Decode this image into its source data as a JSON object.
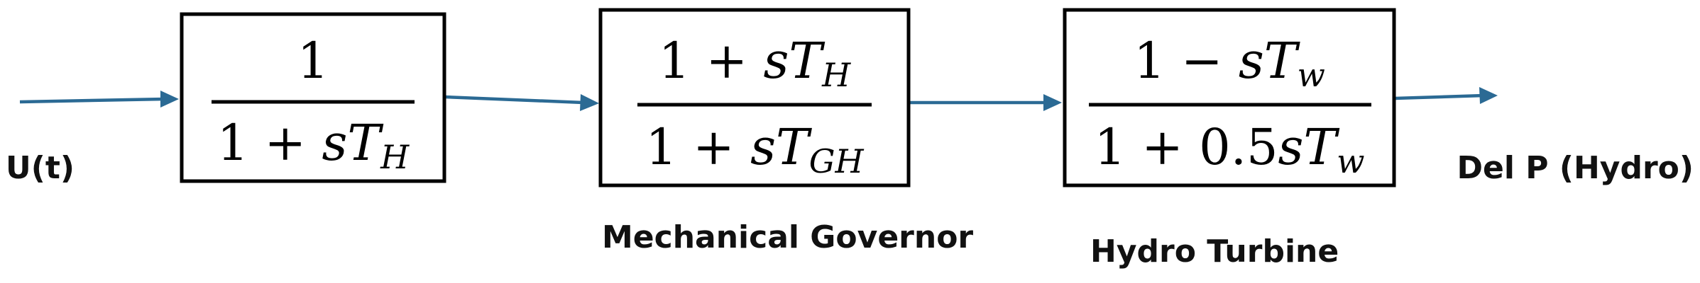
{
  "input_signal": "U(t)",
  "output_signal": "Del P (Hydro)",
  "blocks": [
    {
      "numerator": {
        "prefix": "1",
        "var": "",
        "sub": ""
      },
      "denominator": {
        "prefix": "1 + ",
        "var": "sT",
        "sub": "H"
      },
      "caption": ""
    },
    {
      "numerator": {
        "prefix": "1 + ",
        "var": "sT",
        "sub": "H"
      },
      "denominator": {
        "prefix": "1 + ",
        "var": "sT",
        "sub": "GH"
      },
      "caption": "Mechanical Governor"
    },
    {
      "numerator": {
        "prefix": "1 − ",
        "var": "sT",
        "sub": "w"
      },
      "denominator": {
        "prefix": "1 + 0.5",
        "var": "sT",
        "sub": "w"
      },
      "caption": "Hydro Turbine"
    }
  ],
  "colors": {
    "arrow": "#2b6a94",
    "box_stroke": "#000000"
  }
}
